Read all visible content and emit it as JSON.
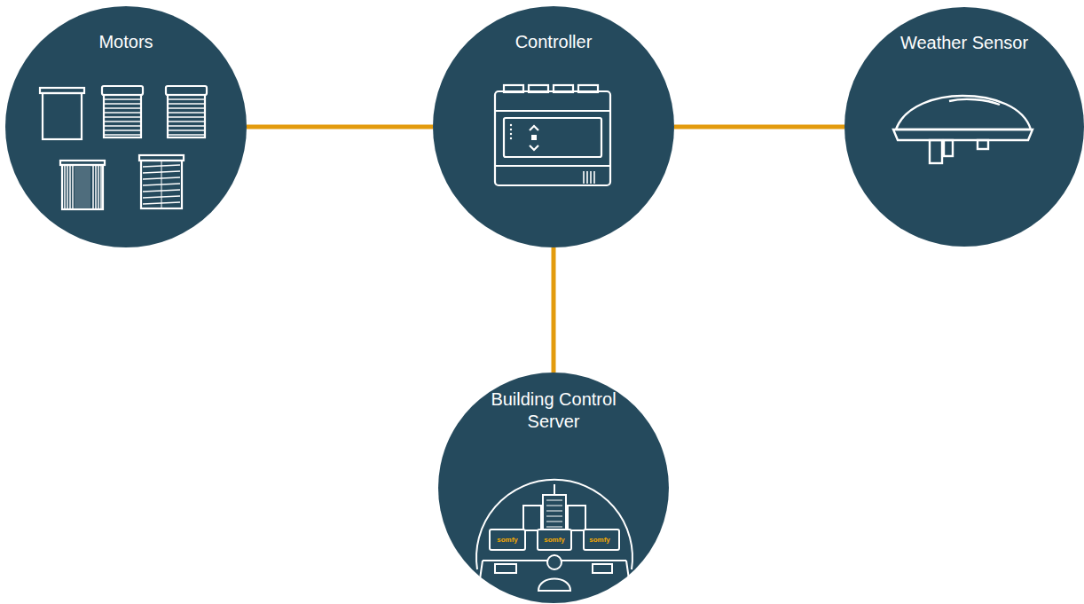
{
  "diagram": {
    "nodes": [
      {
        "text": [
          "Motors"
        ]
      },
      {
        "text": [
          "Controller"
        ]
      },
      {
        "text": [
          "Weather Sensor"
        ]
      },
      {
        "text": [
          "Building Control Server"
        ]
      }
    ],
    "edges": [
      {
        "from": 0,
        "to": 1,
        "arrow": "none"
      },
      {
        "from": 1,
        "to": 2,
        "arrow": "none"
      },
      {
        "from": 1,
        "to": 3,
        "arrow": "none"
      }
    ],
    "labels": [
      "somfy",
      "somfy",
      "somfy"
    ]
  }
}
